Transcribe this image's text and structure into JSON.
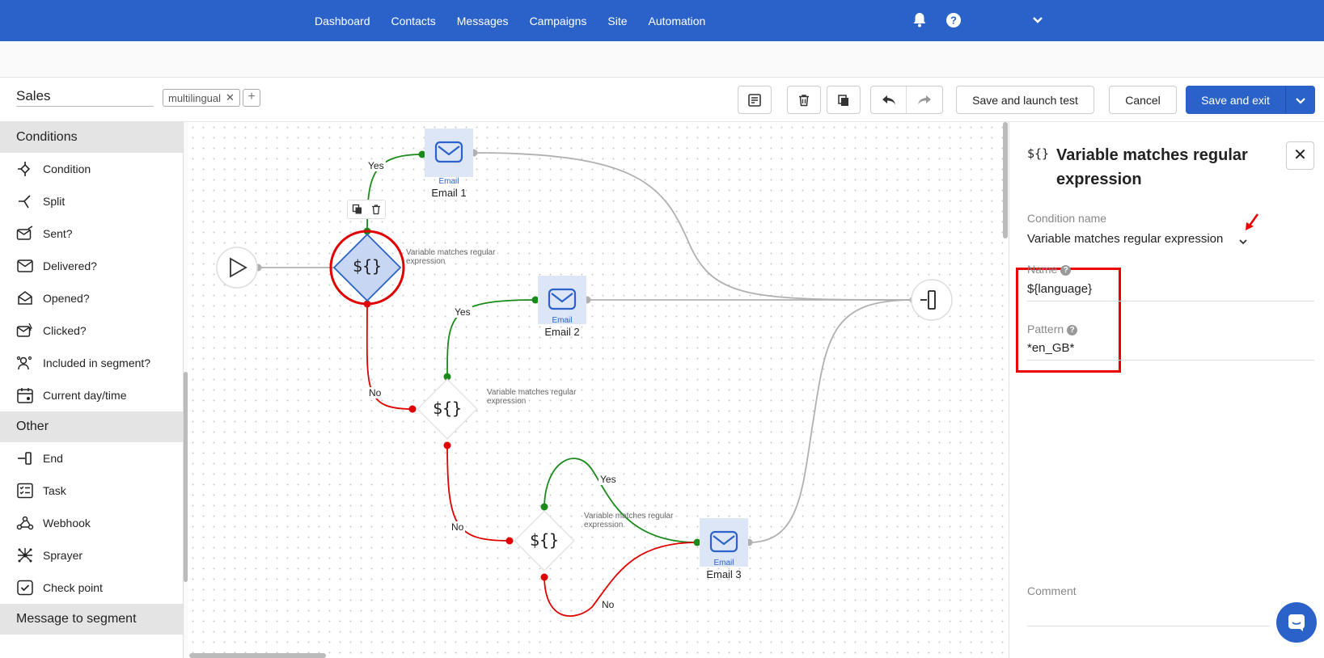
{
  "nav": {
    "items": [
      "Dashboard",
      "Contacts",
      "Messages",
      "Campaigns",
      "Site",
      "Automation"
    ]
  },
  "toolbar": {
    "flow_name": "Sales",
    "tag": "multilingual",
    "tag_add": "+",
    "save_launch": "Save and launch test",
    "cancel": "Cancel",
    "save_exit": "Save and exit"
  },
  "sidebar": {
    "conditions_header": "Conditions",
    "conditions": [
      {
        "label": "Condition",
        "icon": "condition-icon"
      },
      {
        "label": "Split",
        "icon": "split-icon"
      },
      {
        "label": "Sent?",
        "icon": "sent-icon"
      },
      {
        "label": "Delivered?",
        "icon": "delivered-icon"
      },
      {
        "label": "Opened?",
        "icon": "opened-icon"
      },
      {
        "label": "Clicked?",
        "icon": "clicked-icon"
      },
      {
        "label": "Included in segment?",
        "icon": "segment-icon"
      },
      {
        "label": "Current day/time",
        "icon": "calendar-icon"
      }
    ],
    "other_header": "Other",
    "other": [
      {
        "label": "End",
        "icon": "end-icon"
      },
      {
        "label": "Task",
        "icon": "task-icon"
      },
      {
        "label": "Webhook",
        "icon": "webhook-icon"
      },
      {
        "label": "Sprayer",
        "icon": "sprayer-icon"
      },
      {
        "label": "Check point",
        "icon": "checkpoint-icon"
      }
    ],
    "segment_header": "Message to segment"
  },
  "canvas": {
    "node_text": "${}",
    "condition_label_1": "Variable matches regular",
    "condition_label_2": "expression",
    "email_caption": "Email",
    "email1": "Email 1",
    "email2": "Email 2",
    "email3": "Email 3",
    "yes": "Yes",
    "no": "No"
  },
  "panel": {
    "icon_text": "${}",
    "title": "Variable matches regular expression",
    "close": "✕",
    "condition_name_label": "Condition name",
    "condition_name_value": "Variable matches regular expression",
    "name_label": "Name",
    "name_value": "${language}",
    "pattern_label": "Pattern",
    "pattern_value": "*en_GB*",
    "comment_label": "Comment",
    "help": "?"
  },
  "colors": {
    "brand": "#2b62c9",
    "yes_edge": "#1a8a1a",
    "no_edge": "#e00000",
    "highlight": "#e00000"
  }
}
